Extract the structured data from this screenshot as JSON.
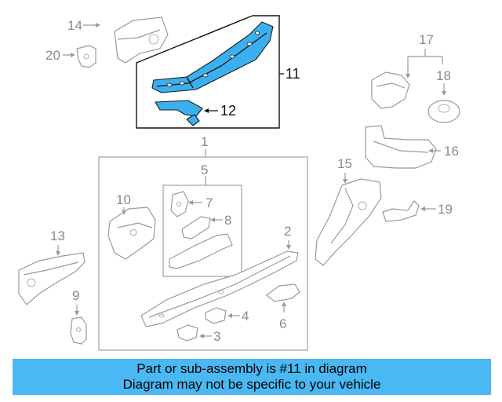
{
  "callouts": {
    "c1": "1",
    "c2": "2",
    "c3": "3",
    "c4": "4",
    "c5": "5",
    "c6": "6",
    "c7": "7",
    "c8": "8",
    "c9": "9",
    "c10": "10",
    "c11": "11",
    "c12": "12",
    "c13": "13",
    "c14": "14",
    "c15": "15",
    "c16": "16",
    "c17": "17",
    "c18": "18",
    "c19": "19",
    "c20": "20"
  },
  "highlight_part": "11",
  "colors": {
    "highlight_fill": "#3ab0f0",
    "banner_bg": "#4ab8f2",
    "outline_gray": "#9a9a9a"
  },
  "banner": {
    "line1": "Part or sub-assembly is #11 in diagram",
    "line2": "Diagram may not be specific to your vehicle"
  }
}
